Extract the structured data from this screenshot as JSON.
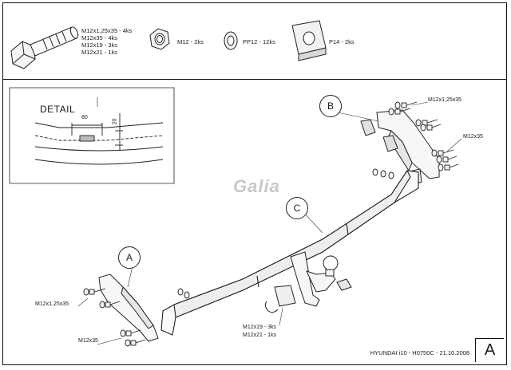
{
  "parts": [
    {
      "icon": "bolt-icon",
      "lines": [
        "M12x1,25x35 - 4ks",
        "M12x35 - 4ks",
        "M12x19 - 3ks",
        "M12x21 - 1ks"
      ]
    },
    {
      "icon": "nut-icon",
      "lines": [
        "M12 - 2ks"
      ]
    },
    {
      "icon": "washer-icon",
      "lines": [
        "PP12 - 12ks"
      ]
    },
    {
      "icon": "square-plate-icon",
      "lines": [
        "P14 - 2ks"
      ]
    }
  ],
  "detail": {
    "title": "DETAIL",
    "dim_width": "80",
    "dim_height": "20"
  },
  "brand": "Galia",
  "callouts": {
    "a": "A",
    "b": "B",
    "c": "C"
  },
  "labels": {
    "b_top": "M12x1,25x35",
    "b_bottom": "M12x35",
    "a_top": "M12x1,25x35",
    "a_bottom": "M12x35",
    "ball_1": "M12x19 - 3ks",
    "ball_2": "M12x21 - 1ks"
  },
  "drawing_number": "HYUNDAI i10 - H0750C - 21.10.2008",
  "sheet_letter": "A"
}
